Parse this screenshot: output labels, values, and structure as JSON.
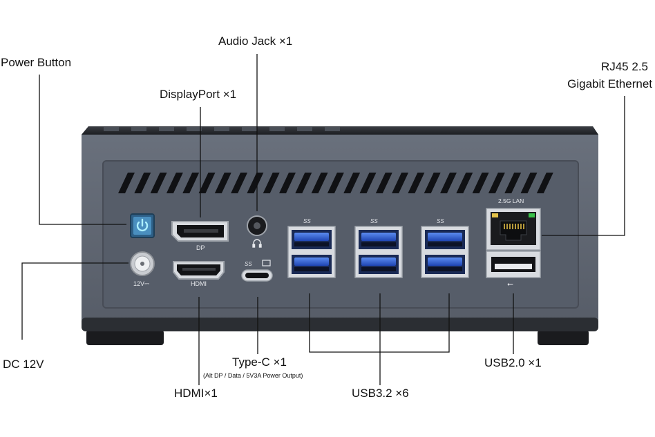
{
  "callouts": {
    "audio_jack": "Audio Jack ×1",
    "power_button": "Power Button",
    "displayport": "DisplayPort ×1",
    "rj45_line1": "RJ45 2.5",
    "rj45_line2": "Gigabit Ethernet",
    "dc_12v": "DC 12V",
    "type_c": "Type-C ×1",
    "type_c_note": "(Alt DP / Data / 5V3A Power Output)",
    "hdmi": "HDMI×1",
    "usb32": "USB3.2 ×6",
    "usb20": "USB2.0 ×1"
  },
  "panel_text": {
    "dp": "DP",
    "hdmi": "HDMI",
    "dc": "12V⎓",
    "lan": "2.5G LAN",
    "ss": "SS",
    "usb_symbol": "⭠"
  },
  "colors": {
    "chassis": "#5d6470",
    "panel": "#555c68",
    "usb_blue": "#2f5fd0",
    "power_led": "#2bb8ff",
    "leader_line": "#111111"
  }
}
